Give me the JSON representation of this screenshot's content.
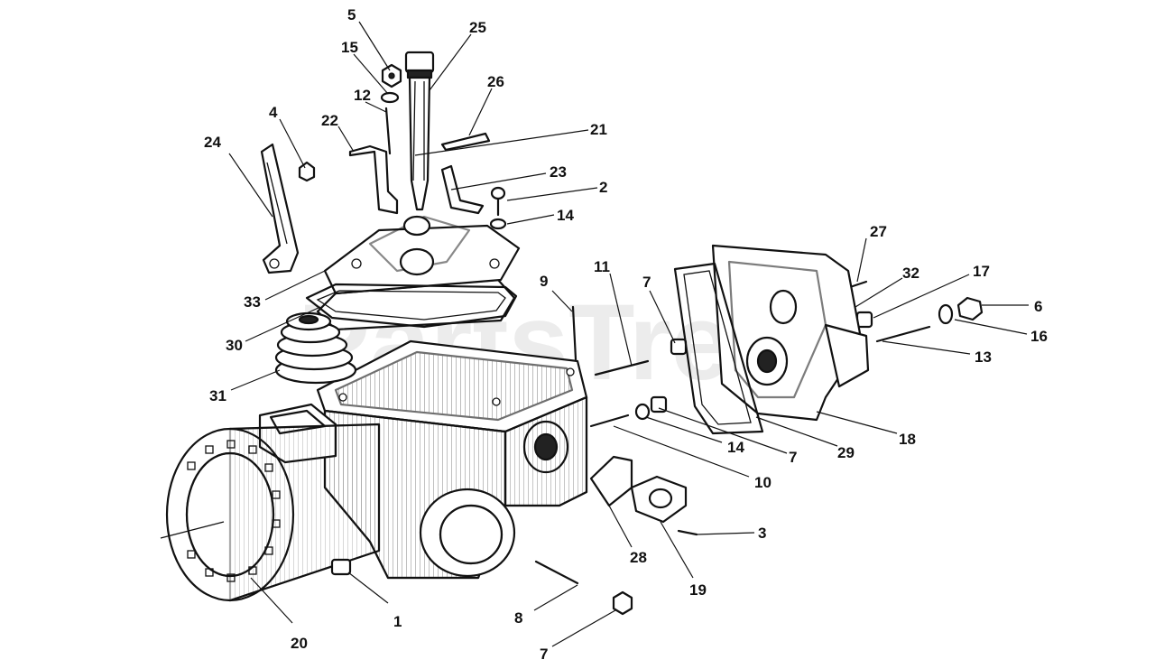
{
  "watermark": "PartsTree",
  "callouts": [
    {
      "id": "c1",
      "label": "1"
    },
    {
      "id": "c2",
      "label": "2"
    },
    {
      "id": "c3",
      "label": "3"
    },
    {
      "id": "c4",
      "label": "4"
    },
    {
      "id": "c5",
      "label": "5"
    },
    {
      "id": "c6",
      "label": "6"
    },
    {
      "id": "c7a",
      "label": "7"
    },
    {
      "id": "c7b",
      "label": "7"
    },
    {
      "id": "c7c",
      "label": "7"
    },
    {
      "id": "c8",
      "label": "8"
    },
    {
      "id": "c9",
      "label": "9"
    },
    {
      "id": "c10",
      "label": "10"
    },
    {
      "id": "c11",
      "label": "11"
    },
    {
      "id": "c12",
      "label": "12"
    },
    {
      "id": "c13",
      "label": "13"
    },
    {
      "id": "c14a",
      "label": "14"
    },
    {
      "id": "c14b",
      "label": "14"
    },
    {
      "id": "c15",
      "label": "15"
    },
    {
      "id": "c16",
      "label": "16"
    },
    {
      "id": "c17",
      "label": "17"
    },
    {
      "id": "c18",
      "label": "18"
    },
    {
      "id": "c19",
      "label": "19"
    },
    {
      "id": "c20",
      "label": "20"
    },
    {
      "id": "c21",
      "label": "21"
    },
    {
      "id": "c22",
      "label": "22"
    },
    {
      "id": "c23",
      "label": "23"
    },
    {
      "id": "c24",
      "label": "24"
    },
    {
      "id": "c25",
      "label": "25"
    },
    {
      "id": "c26",
      "label": "26"
    },
    {
      "id": "c27",
      "label": "27"
    },
    {
      "id": "c28",
      "label": "28"
    },
    {
      "id": "c29",
      "label": "29"
    },
    {
      "id": "c30",
      "label": "30"
    },
    {
      "id": "c31",
      "label": "31"
    },
    {
      "id": "c32",
      "label": "32"
    },
    {
      "id": "c33",
      "label": "33"
    }
  ]
}
